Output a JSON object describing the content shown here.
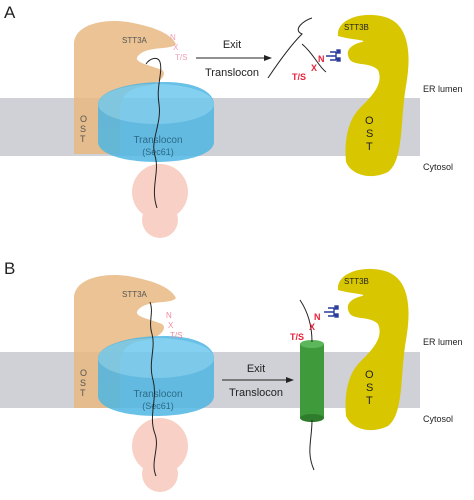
{
  "panels": [
    {
      "letter": "A",
      "left_complex": {
        "stt_label": "STT3A",
        "ost_letters": [
          "O",
          "S",
          "T"
        ],
        "translocon_line1": "Translocon",
        "translocon_line2": "(Sec61)",
        "sequon": [
          "N",
          "X",
          "T/S"
        ]
      },
      "arrow_top": "Exit",
      "arrow_bottom": "Translocon",
      "right_complex": {
        "stt_label": "STT3B",
        "ost_letters": [
          "O",
          "S",
          "T"
        ],
        "sequon": [
          "N",
          "X",
          "T/S"
        ]
      },
      "side_labels": {
        "lumen": "ER lumen",
        "cytosol": "Cytosol"
      }
    },
    {
      "letter": "B",
      "left_complex": {
        "stt_label": "STT3A",
        "ost_letters": [
          "O",
          "S",
          "T"
        ],
        "translocon_line1": "Translocon",
        "translocon_line2": "(Sec61)",
        "sequon": [
          "N",
          "X",
          "T/S"
        ]
      },
      "arrow_top": "Exit",
      "arrow_bottom": "Translocon",
      "right_complex": {
        "stt_label": "STT3B",
        "ost_letters": [
          "O",
          "S",
          "T"
        ],
        "sequon": [
          "N",
          "X",
          "T/S"
        ]
      },
      "side_labels": {
        "lumen": "ER lumen",
        "cytosol": "Cytosol"
      }
    }
  ],
  "colors": {
    "membrane": "#cfd1d6",
    "ost_left": "#e8b981",
    "translocon": "#4fb6e3",
    "ribosome": "#f7c8bc",
    "ost_right": "#d8c700",
    "helix": "#3e9a3a",
    "sequon_red": "#e8203a",
    "glycan_blue": "#2a3c9c",
    "ink": "#222222"
  }
}
